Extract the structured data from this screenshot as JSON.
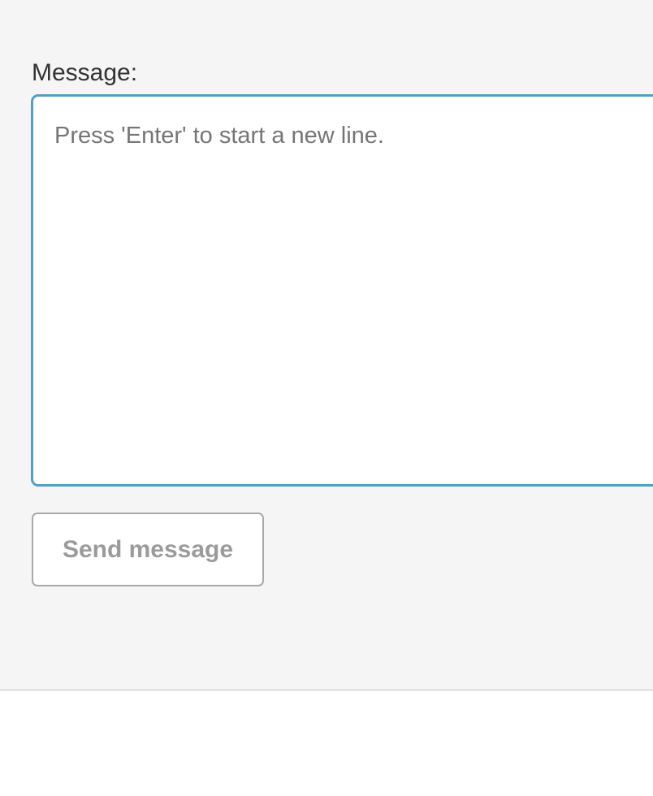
{
  "form": {
    "message_label": "Message:",
    "message_placeholder": "Press 'Enter' to start a new line.",
    "message_value": "",
    "send_label": "Send message",
    "send_enabled": false
  },
  "colors": {
    "panel_background": "#f5f5f5",
    "input_focus_border": "#4fa0c8",
    "button_border": "#a9a9a9",
    "button_text_disabled": "#9b9b9b",
    "label_text": "#333333",
    "placeholder_text": "#757575"
  }
}
